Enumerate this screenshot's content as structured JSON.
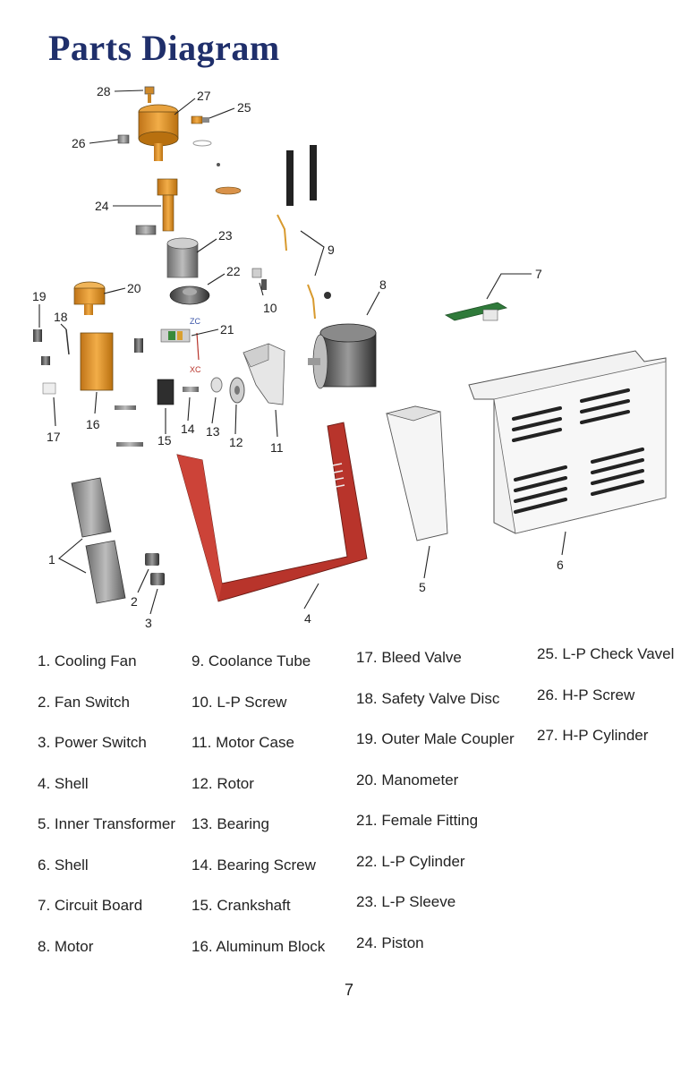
{
  "page": {
    "title": "Parts Diagram",
    "page_number": "7"
  },
  "colors": {
    "title": "#1f2f6b",
    "frame_red": "#b8342b",
    "brass": "#e3962c",
    "grey_part": "#8a8a8a",
    "sheet_metal": "#f2f2f2"
  },
  "diagram": {
    "callouts": [
      "1",
      "2",
      "3",
      "4",
      "5",
      "6",
      "7",
      "8",
      "9",
      "10",
      "11",
      "12",
      "13",
      "14",
      "15",
      "16",
      "17",
      "18",
      "19",
      "20",
      "21",
      "22",
      "23",
      "24",
      "25",
      "26",
      "27",
      "28"
    ],
    "labels": {
      "zc": "ZC",
      "xc": "XC"
    }
  },
  "legend": {
    "columns": [
      [
        "1. Cooling Fan",
        "2. Fan Switch",
        "3. Power Switch",
        "4. Shell",
        "5. Inner Transformer",
        "6. Shell",
        "7. Circuit Board",
        "8. Motor"
      ],
      [
        "9. Coolance Tube",
        "10. L-P Screw",
        "11. Motor Case",
        "12. Rotor",
        "13. Bearing",
        "14. Bearing Screw",
        "15. Crankshaft",
        "16. Aluminum Block"
      ],
      [
        "17. Bleed Valve",
        "18. Safety Valve Disc",
        "19. Outer Male Coupler",
        "20. Manometer",
        "21. Female Fitting",
        "22. L-P Cylinder",
        "23. L-P Sleeve",
        "24. Piston"
      ],
      [
        "25. L-P Check Vavel",
        "26. H-P Screw",
        "27. H-P Cylinder"
      ]
    ]
  }
}
